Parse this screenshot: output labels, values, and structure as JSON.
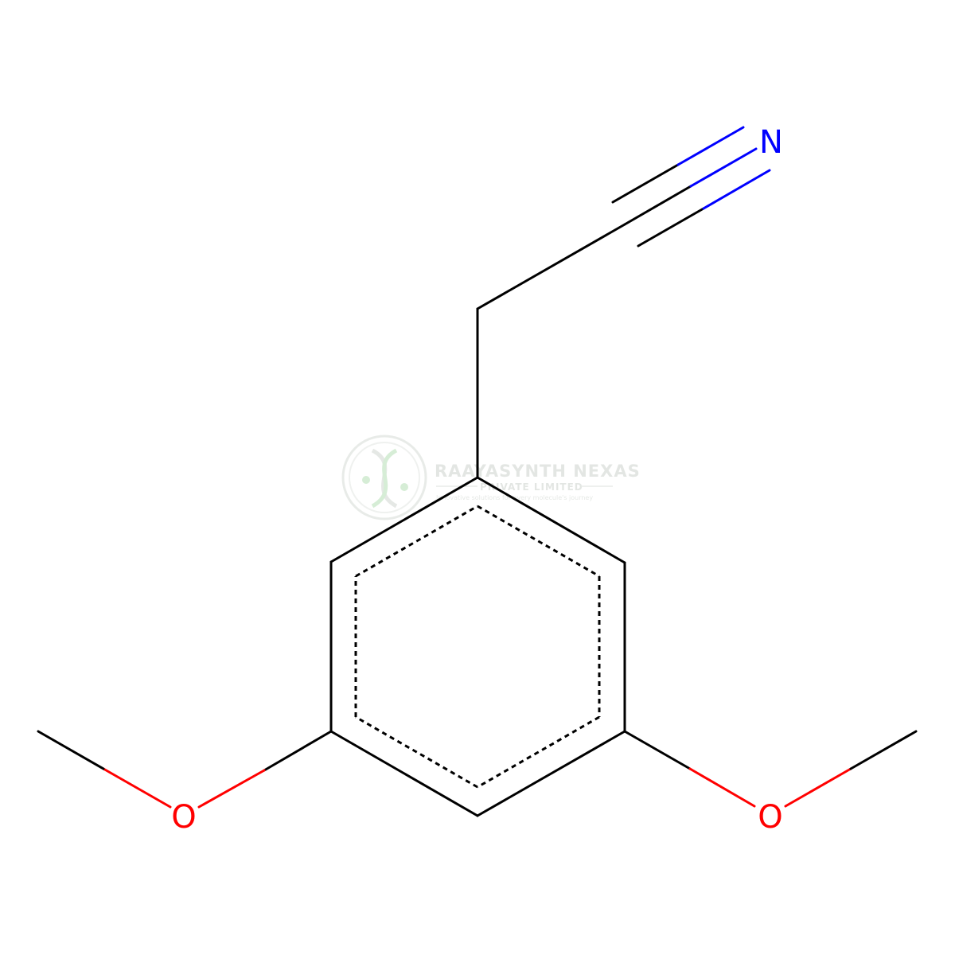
{
  "colors": {
    "bond": "#000000",
    "oxygen": "#ff0000",
    "nitrogen": "#0000ff",
    "watermark": "#c8d0c8",
    "watermark_accent": "#b5e0b5"
  },
  "atoms": {
    "nitrogen_label": "N",
    "oxygen_left_label": "O",
    "oxygen_right_label": "O"
  },
  "watermark": {
    "title": "RAAYASYNTH NEXAS",
    "subtitle": "PRIVATE LIMITED",
    "tagline": "Innovative solutions for every molecule's journey",
    "icon": "dna-helix-logo"
  }
}
